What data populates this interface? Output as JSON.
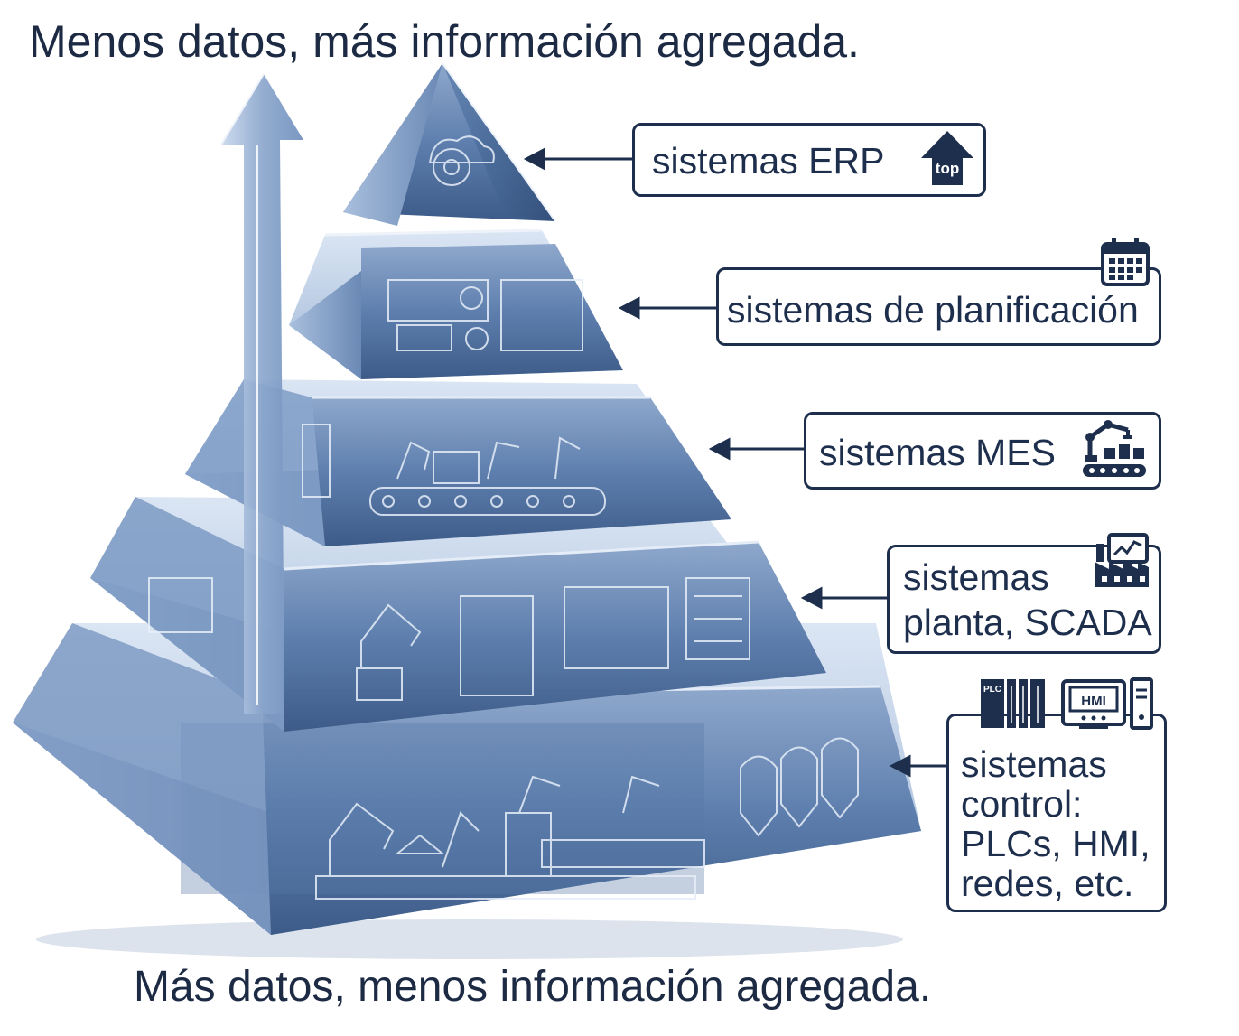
{
  "header": {
    "title": "Menos datos, más información agregada."
  },
  "footer": {
    "subtitle": "Más datos, menos información agregada."
  },
  "levels": {
    "erp": {
      "label": "sistemas ERP",
      "badge": "top",
      "icon": "top-arrow-icon"
    },
    "planning": {
      "label": "sistemas de planificación",
      "icon": "calendar-icon"
    },
    "mes": {
      "label": "sistemas MES",
      "icon": "robot-conveyor-icon"
    },
    "scada": {
      "line1": "sistemas",
      "line2": "planta, SCADA",
      "icon": "factory-monitor-icon"
    },
    "control": {
      "line1": "sistemas",
      "line2": "control:",
      "line3": "PLCs, HMI,",
      "line4": "redes, etc.",
      "plc_badge": "PLC",
      "hmi_badge": "HMI",
      "icon": "plc-hmi-icon"
    }
  },
  "colors": {
    "navy": "#1e2f4d",
    "glass_dark": "#3f5f8f",
    "glass_light": "#b9cde6",
    "etch": "#dfe9f6"
  }
}
